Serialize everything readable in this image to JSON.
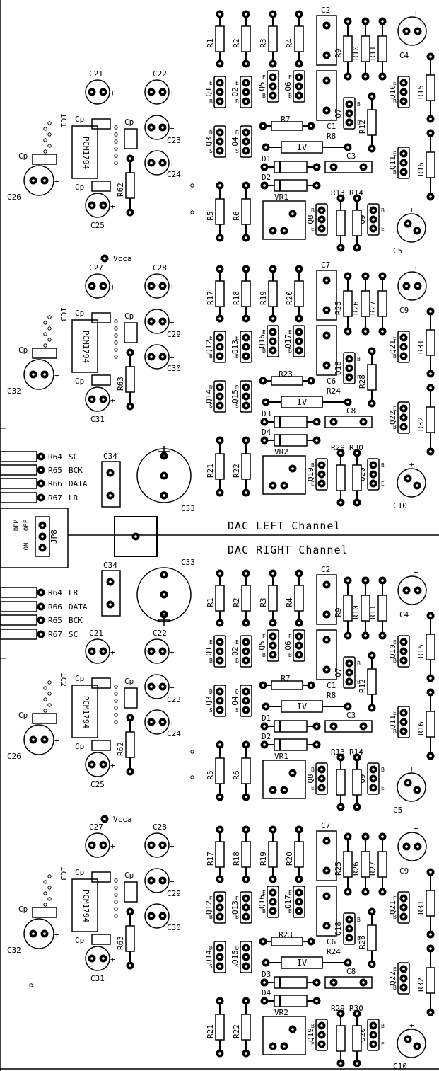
{
  "channels": {
    "left_title": "DAC LEFT  Channel",
    "right_title": "DAC RIGHT Channel"
  },
  "jumper": {
    "label": "JP8",
    "dem": "DEM",
    "off": "OFF",
    "on": "ON"
  },
  "vcca_label": "Vcca",
  "top_connector": {
    "items": [
      {
        "ref": "R64",
        "sig": "SC"
      },
      {
        "ref": "R65",
        "sig": "BCK"
      },
      {
        "ref": "R66",
        "sig": "DATA"
      },
      {
        "ref": "R67",
        "sig": "LR"
      }
    ],
    "c34": "C34",
    "c33": "C33"
  },
  "bottom_connector": {
    "items": [
      {
        "ref": "R64",
        "sig": "LR"
      },
      {
        "ref": "R66",
        "sig": "DATA"
      },
      {
        "ref": "R65",
        "sig": "BCK"
      },
      {
        "ref": "R67",
        "sig": "SC"
      }
    ],
    "c34": "C34",
    "c33": "C33"
  },
  "dac_blocks": [
    {
      "ic": "IC1",
      "chip": "PCM1794",
      "cp": "Cp",
      "c_a": "C21",
      "c_b": "C22",
      "c_c": "C23",
      "c_d": "C24",
      "c_e": "C25",
      "c_f": "C26",
      "r": "R62"
    },
    {
      "ic": "IC3",
      "chip": "PCM1794",
      "cp": "Cp",
      "c_a": "C27",
      "c_b": "C28",
      "c_c": "C29",
      "c_d": "C30",
      "c_e": "C31",
      "c_f": "C32",
      "r": "R63"
    },
    {
      "ic": "IC2",
      "chip": "PCM1794",
      "cp": "Cp",
      "c_a": "C21",
      "c_b": "C22",
      "c_c": "C23",
      "c_d": "C24",
      "c_e": "C25",
      "c_f": "C26",
      "r": "R62"
    },
    {
      "ic": "IC3",
      "chip": "PCM1794",
      "cp": "Cp",
      "c_a": "C27",
      "c_b": "C28",
      "c_c": "C29",
      "c_d": "C30",
      "c_e": "C31",
      "c_f": "C32",
      "r": "R63"
    }
  ],
  "output_blocks": [
    {
      "r": [
        "R1",
        "R2",
        "R3",
        "R4"
      ],
      "rs": [
        "R9",
        "R10",
        "R11"
      ],
      "c_top": "C2",
      "c_mid": "C1",
      "c_cap": "C4",
      "q_left": [
        "Q1",
        "Q2",
        "Q5",
        "Q6"
      ],
      "q_mid": [
        "Q3",
        "Q4"
      ],
      "q7": "Q7",
      "q10": "Q10",
      "q11": "Q11",
      "r7": "R7",
      "r8": "R8",
      "r12": "R12",
      "r15": "R15",
      "r16": "R16",
      "iv": "IV",
      "c3": "C3",
      "d1": "D1",
      "d2": "D2",
      "r13": "R13",
      "r14": "R14",
      "q8": "Q8",
      "q9": "Q9",
      "vr": "VR1",
      "r5": "R5",
      "r6": "R6",
      "c5": "C5"
    },
    {
      "r": [
        "R17",
        "R18",
        "R19",
        "R20"
      ],
      "rs": [
        "R25",
        "R26",
        "R27"
      ],
      "c_top": "C7",
      "c_mid": "C6",
      "c_cap": "C9",
      "q_left": [
        "Q12",
        "Q13",
        "Q16",
        "Q17"
      ],
      "q_mid": [
        "Q14",
        "Q15"
      ],
      "q7": "Q18",
      "q10": "Q21",
      "q11": "Q22",
      "r7": "R23",
      "r8": "R24",
      "r12": "R28",
      "r15": "R31",
      "r16": "R32",
      "iv": "IV",
      "c3": "C8",
      "d1": "D3",
      "d2": "D4",
      "r13": "R29",
      "r14": "R30",
      "q8": "Q19",
      "q9": "Q20",
      "vr": "VR2",
      "r5": "R21",
      "r6": "R22",
      "c5": "C10"
    },
    {
      "r": [
        "R1",
        "R2",
        "R3",
        "R4"
      ],
      "rs": [
        "R9",
        "R10",
        "R11"
      ],
      "c_top": "C2",
      "c_mid": "C1",
      "c_cap": "C4",
      "q_left": [
        "Q1",
        "Q2",
        "Q5",
        "Q6"
      ],
      "q_mid": [
        "Q3",
        "Q4"
      ],
      "q7": "Q7",
      "q10": "Q10",
      "q11": "Q11",
      "r7": "R7",
      "r8": "R8",
      "r12": "R12",
      "r15": "R15",
      "r16": "R16",
      "iv": "IV",
      "c3": "C3",
      "d1": "D1",
      "d2": "D2",
      "r13": "R13",
      "r14": "R14",
      "q8": "Q8",
      "q9": "Q9",
      "vr": "VR1",
      "r5": "R5",
      "r6": "R6",
      "c5": "C5"
    },
    {
      "r": [
        "R17",
        "R18",
        "R19",
        "R20"
      ],
      "rs": [
        "R25",
        "R26",
        "R27"
      ],
      "c_top": "C7",
      "c_mid": "C6",
      "c_cap": "C9",
      "q_left": [
        "Q12",
        "Q13",
        "Q16",
        "Q17"
      ],
      "q_mid": [
        "Q14",
        "Q15"
      ],
      "q7": "Q18",
      "q10": "Q21",
      "q11": "Q22",
      "r7": "R23",
      "r8": "R24",
      "r12": "R28",
      "r15": "R31",
      "r16": "R32",
      "iv": "IV",
      "c3": "C8",
      "d1": "D3",
      "d2": "D4",
      "r13": "R29",
      "r14": "R30",
      "q8": "Q19",
      "q9": "Q20",
      "vr": "VR2",
      "r5": "R21",
      "r6": "R22",
      "c5": "C10"
    }
  ],
  "pin_letters": {
    "e": "E",
    "b": "B",
    "d": "D",
    "s": "S",
    "plus": "+"
  }
}
